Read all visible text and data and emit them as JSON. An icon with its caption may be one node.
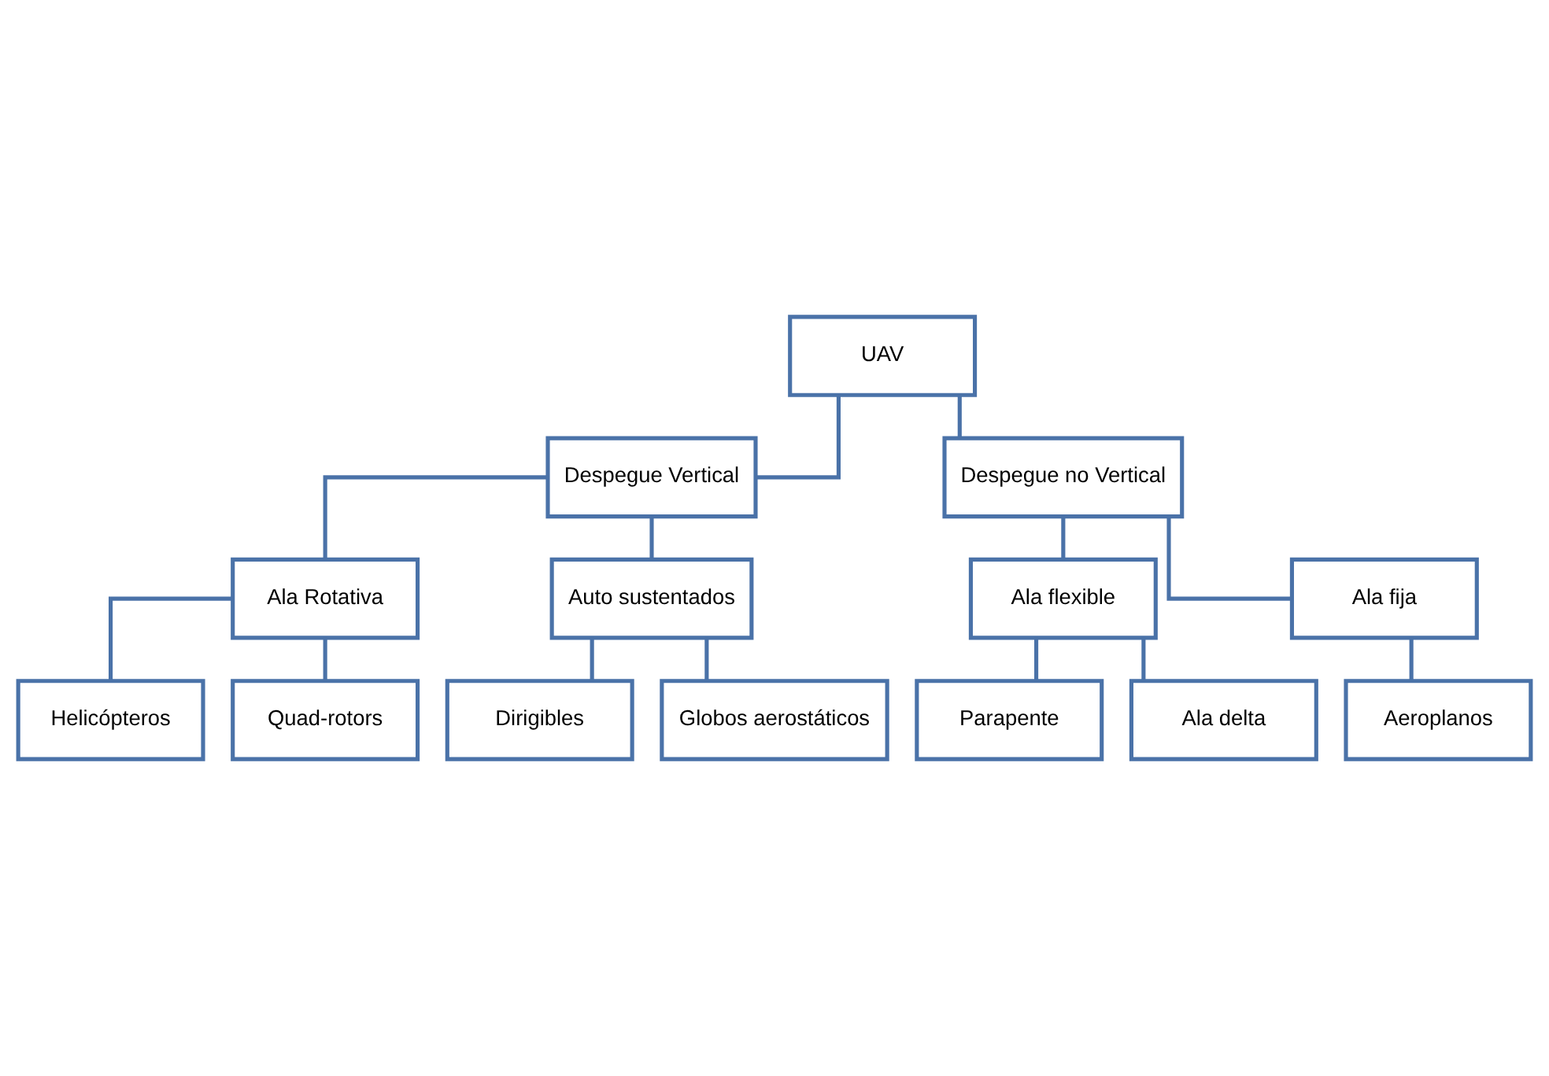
{
  "diagram": {
    "nodes": [
      {
        "text": [
          "UAV"
        ]
      },
      {
        "text": [
          "Despegue Vertical"
        ]
      },
      {
        "text": [
          "Despegue no Vertical"
        ]
      },
      {
        "text": [
          "Ala Rotativa"
        ]
      },
      {
        "text": [
          "Auto sustentados"
        ]
      },
      {
        "text": [
          "Ala flexible"
        ]
      },
      {
        "text": [
          "Ala fija"
        ]
      },
      {
        "text": [
          "Helicópteros"
        ]
      },
      {
        "text": [
          "Quad-rotors"
        ]
      },
      {
        "text": [
          "Dirigibles"
        ]
      },
      {
        "text": [
          "Globos aerostáticos"
        ]
      },
      {
        "text": [
          "Parapente"
        ]
      },
      {
        "text": [
          "Ala delta"
        ]
      },
      {
        "text": [
          "Aeroplanos"
        ]
      }
    ],
    "edges": [
      {
        "from": 0,
        "to": 1,
        "arrow": "none"
      },
      {
        "from": 0,
        "to": 2,
        "arrow": "none"
      },
      {
        "from": 1,
        "to": 3,
        "arrow": "none"
      },
      {
        "from": 1,
        "to": 4,
        "arrow": "none"
      },
      {
        "from": 2,
        "to": 5,
        "arrow": "none"
      },
      {
        "from": 2,
        "to": 6,
        "arrow": "none"
      },
      {
        "from": 3,
        "to": 7,
        "arrow": "none"
      },
      {
        "from": 3,
        "to": 8,
        "arrow": "none"
      },
      {
        "from": 4,
        "to": 9,
        "arrow": "none"
      },
      {
        "from": 4,
        "to": 10,
        "arrow": "none"
      },
      {
        "from": 5,
        "to": 11,
        "arrow": "none"
      },
      {
        "from": 5,
        "to": 12,
        "arrow": "none"
      },
      {
        "from": 6,
        "to": 13,
        "arrow": "none"
      }
    ]
  }
}
